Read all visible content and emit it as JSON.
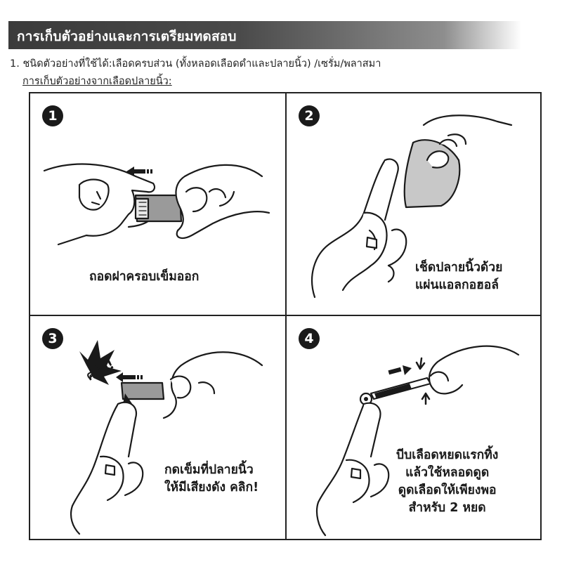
{
  "title": "การเก็บตัวอย่างและการเตรียมทดสอบ",
  "sample_types_line": "1. ชนิดตัวอย่างที่ใช้ได้:เลือดครบส่วน (ทั้งหลอดเลือดดำและปลายนิ้ว) /เซรั่ม/พลาสมา",
  "subheading": "การเก็บตัวอย่างจากเลือดปลายนิ้ว:",
  "steps": [
    {
      "number": "1",
      "caption_lines": [
        "ถอดฝาครอบเข็มออก"
      ]
    },
    {
      "number": "2",
      "caption_lines": [
        "เช็ดปลายนิ้วด้วย",
        "แผ่นแอลกอฮอล์"
      ]
    },
    {
      "number": "3",
      "caption_lines": [
        "กดเข็มที่ปลายนิ้ว",
        "ให้มีเสียงดัง คลิก!"
      ],
      "click_label": "คลิก!"
    },
    {
      "number": "4",
      "caption_lines": [
        "บีบเลือดหยดแรกทิ้ง",
        "แล้วใช้หลอดดูด",
        "ดูดเลือดให้เพียงพอ",
        "สำหรับ 2 หยด"
      ]
    }
  ]
}
